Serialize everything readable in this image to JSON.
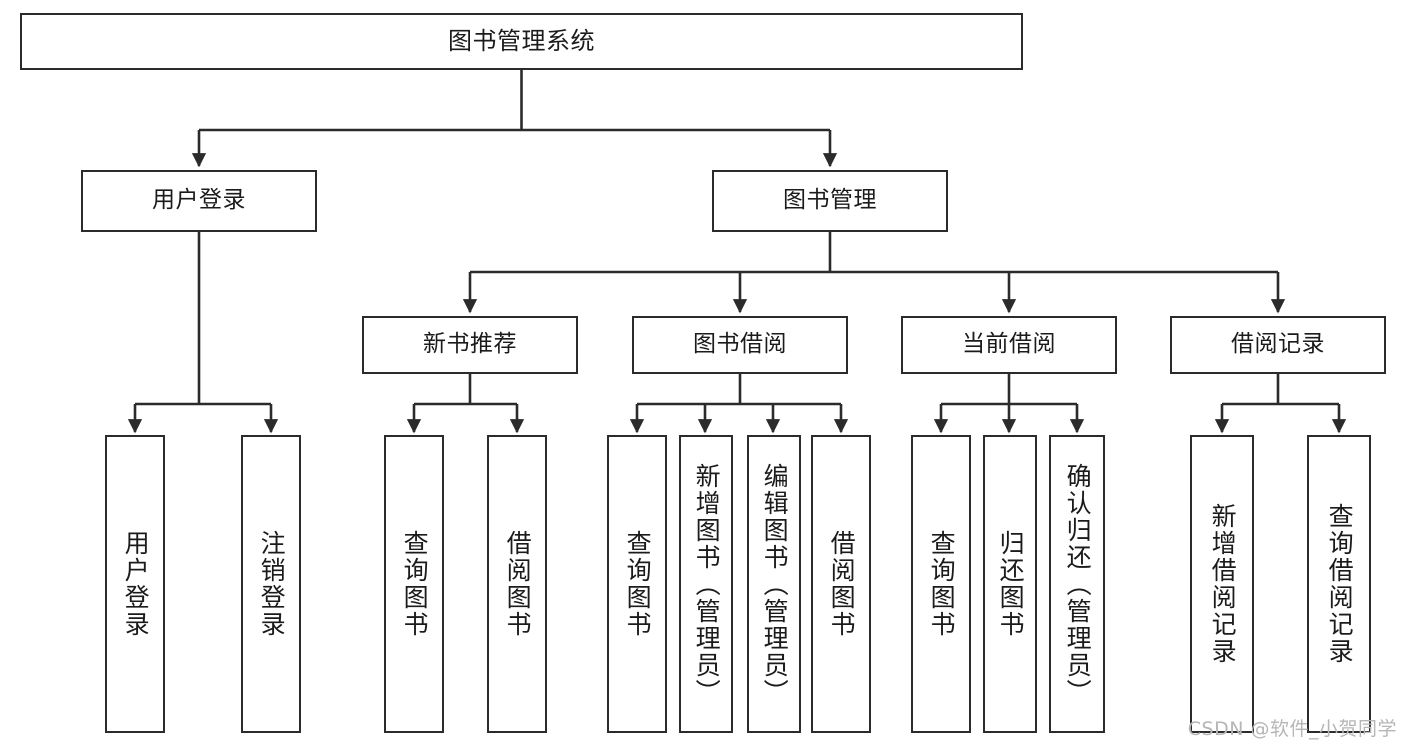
{
  "diagram": {
    "title": "图书管理系统",
    "watermark": "CSDN @软件_小贺同学",
    "line_color": "#2b2b2b",
    "box_fill": "#ffffff",
    "text_color": "#1b1b1b",
    "watermark_color": "#b6b6b6",
    "levels": {
      "level1": [
        "图书管理系统"
      ],
      "level2": [
        "用户登录",
        "图书管理"
      ],
      "level3": [
        "新书推荐",
        "图书借阅",
        "当前借阅",
        "借阅记录"
      ],
      "level4": [
        "用户登录",
        "注销登录",
        "查询图书",
        "借阅图书",
        "查询图书",
        "新增图书（管理员）",
        "编辑图书（管理员）",
        "借阅图书",
        "查询图书",
        "归还图书",
        "确认归还（管理员）",
        "新增借阅记录",
        "查询借阅记录"
      ]
    },
    "nodes": {
      "root": {
        "label": "图书管理系统"
      },
      "user_login": {
        "label": "用户登录"
      },
      "book_manage": {
        "label": "图书管理"
      },
      "new_book_rec": {
        "label": "新书推荐"
      },
      "book_borrow": {
        "label": "图书借阅"
      },
      "current_borrow": {
        "label": "当前借阅"
      },
      "borrow_record": {
        "label": "借阅记录"
      },
      "leaf_user_login": {
        "label": "用户登录"
      },
      "leaf_logout": {
        "label": "注销登录"
      },
      "leaf_query_book_1": {
        "label": "查询图书"
      },
      "leaf_borrow_book_1": {
        "label": "借阅图书"
      },
      "leaf_query_book_2": {
        "label": "查询图书"
      },
      "leaf_add_book": {
        "label": "新增图书（管理员）"
      },
      "leaf_edit_book": {
        "label": "编辑图书（管理员）"
      },
      "leaf_borrow_book_2": {
        "label": "借阅图书"
      },
      "leaf_query_book_3": {
        "label": "查询图书"
      },
      "leaf_return_book": {
        "label": "归还图书"
      },
      "leaf_confirm_return": {
        "label": "确认归还（管理员）"
      },
      "leaf_add_record": {
        "label": "新增借阅记录"
      },
      "leaf_query_record": {
        "label": "查询借阅记录"
      }
    },
    "edges": [
      {
        "from": "root",
        "to": "user_login"
      },
      {
        "from": "root",
        "to": "book_manage"
      },
      {
        "from": "user_login",
        "to": "leaf_user_login"
      },
      {
        "from": "user_login",
        "to": "leaf_logout"
      },
      {
        "from": "book_manage",
        "to": "new_book_rec"
      },
      {
        "from": "book_manage",
        "to": "book_borrow"
      },
      {
        "from": "book_manage",
        "to": "current_borrow"
      },
      {
        "from": "book_manage",
        "to": "borrow_record"
      },
      {
        "from": "new_book_rec",
        "to": "leaf_query_book_1"
      },
      {
        "from": "new_book_rec",
        "to": "leaf_borrow_book_1"
      },
      {
        "from": "book_borrow",
        "to": "leaf_query_book_2"
      },
      {
        "from": "book_borrow",
        "to": "leaf_add_book"
      },
      {
        "from": "book_borrow",
        "to": "leaf_edit_book"
      },
      {
        "from": "book_borrow",
        "to": "leaf_borrow_book_2"
      },
      {
        "from": "current_borrow",
        "to": "leaf_query_book_3"
      },
      {
        "from": "current_borrow",
        "to": "leaf_return_book"
      },
      {
        "from": "current_borrow",
        "to": "leaf_confirm_return"
      },
      {
        "from": "borrow_record",
        "to": "leaf_add_record"
      },
      {
        "from": "borrow_record",
        "to": "leaf_query_record"
      }
    ]
  }
}
